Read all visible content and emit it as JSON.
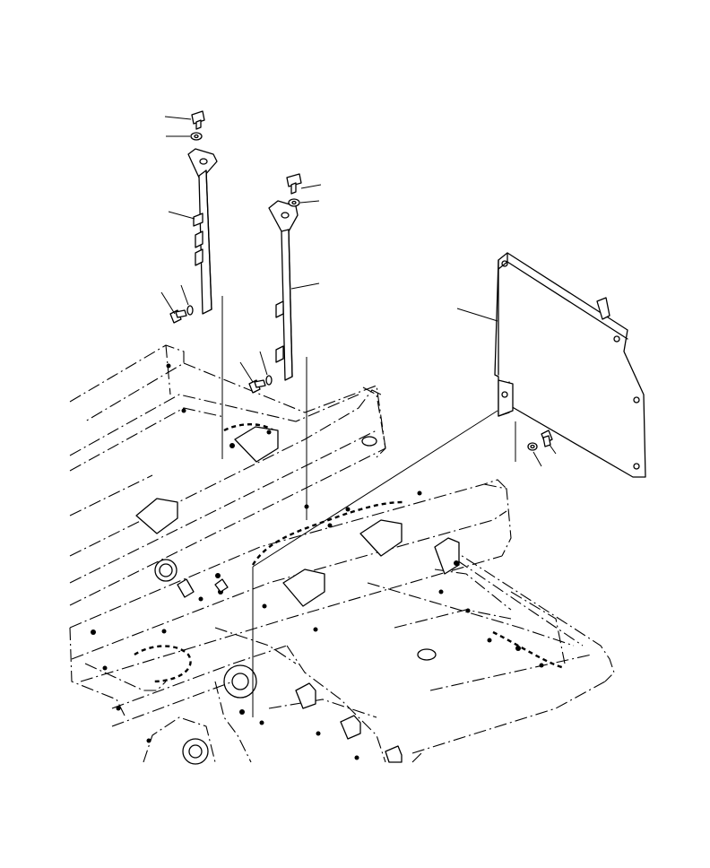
{
  "diagram": {
    "kind": "exploded-parts-view",
    "colors": {
      "line": "#000000",
      "background": "#ffffff"
    },
    "callouts": [
      "bolt-left-upper",
      "washer-left-upper",
      "stay-left",
      "bolt-left-lower",
      "washer-left-lower",
      "bolt-right-upper",
      "washer-right-upper",
      "stay-right",
      "bolt-right-lower",
      "washer-right-lower",
      "plate-cover",
      "bolt-plate",
      "washer-plate"
    ]
  }
}
